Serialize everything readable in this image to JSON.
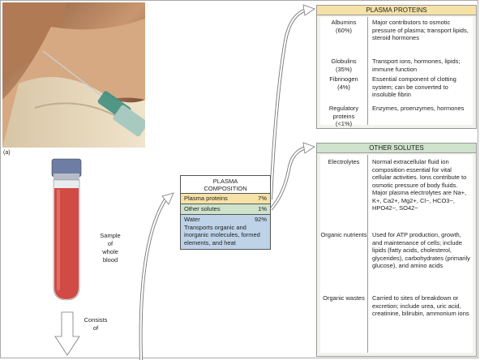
{
  "figure_label": "(a)",
  "tube": {
    "label": "Sample of whole blood",
    "line1": "Sample",
    "line2": "of",
    "line3": "whole",
    "line4": "blood"
  },
  "consists": {
    "line1": "Consists",
    "line2": "of"
  },
  "plasma_composition": {
    "title_line1": "PLASMA",
    "title_line2": "COMPOSITION",
    "rows": [
      {
        "label": "Plasma proteins",
        "value": "7%"
      },
      {
        "label": "Other solutes",
        "value": "1%"
      }
    ],
    "water": {
      "label": "Water",
      "value": "92%",
      "description": "Transports organic and inorganic molecules, formed elements, and heat"
    },
    "colors": {
      "proteins": "#f6e2a6",
      "solutes": "#cfe2cc",
      "water": "#bed3e8"
    }
  },
  "plasma_proteins": {
    "title": "PLASMA PROTEINS",
    "rows": [
      {
        "name": "Albumins",
        "pct": "(60%)",
        "desc": "Major contributors to osmotic pressure of plasma; transport lipids, steroid hormones"
      },
      {
        "name": "Globulins",
        "pct": "(35%)",
        "desc": "Transport ions, hormones, lipids; immune function"
      },
      {
        "name": "Fibrinogen",
        "pct": "(4%)",
        "desc": "Essential component of clotting system; can be converted to insoluble fibrin"
      },
      {
        "name": "Regulatory proteins",
        "pct": "(<1%)",
        "desc": "Enzymes, proenzymes, hormones"
      }
    ]
  },
  "other_solutes": {
    "title": "OTHER SOLUTES",
    "rows": [
      {
        "name": "Electrolytes",
        "desc": "Normal extracellular fluid ion composition essential for vital cellular activities. Ions contribute to osmotic pressure of body fluids. Major plasma electrolytes are Na+, K+, Ca2+, Mg2+, Cl−, HCO3−, HPO42−, SO42−"
      },
      {
        "name": "Organic nutrients",
        "desc": "Used for ATP production, growth, and maintenance of cells; include lipids (fatty acids, cholesterol, glycerides), carbohydrates (primarily glucose), and amino acids"
      },
      {
        "name": "Organic wastes",
        "desc": "Carried to sites of breakdown or excretion; include urea, uric acid, creatinine, bilirubin, ammonium ions"
      }
    ]
  }
}
